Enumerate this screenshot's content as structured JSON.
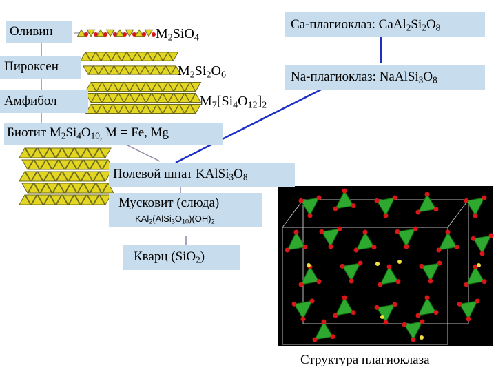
{
  "labels": {
    "olivine": "Оливин",
    "pyroxene": "Пироксен",
    "amphibole": "Амфибол",
    "biotite": {
      "prefix": "Биотит M",
      "s1": "2",
      "mid": "Si",
      "s2": "4",
      "mid2": "O",
      "s3": "10,",
      "suffix": " M = Fe, Mg"
    },
    "feldspar": {
      "prefix": "Полевой шпат KAlSi",
      "s1": "3",
      "mid": "O",
      "s2": "8"
    },
    "muscovite": "Мусковит (слюда)",
    "muscovite_formula": {
      "a": "KAl",
      "s1": "2",
      "b": "(AlSi",
      "s2": "3",
      "c": "O",
      "s3": "10",
      "d": ")(OH)",
      "s4": "2"
    },
    "quartz": {
      "prefix": "Кварц (SiO",
      "s1": "2",
      "suffix": ")"
    },
    "ca_plag": {
      "prefix": "Ca-плагиоклаз: CaAl",
      "s1": "2",
      "mid": "Si",
      "s2": "2",
      "mid2": "O",
      "s3": "8"
    },
    "na_plag": {
      "prefix": "Na-плагиоклаз: NaAlSi",
      "s1": "3",
      "mid": "O",
      "s2": "8"
    },
    "caption": "Структура плагиоклаза"
  },
  "formulas": {
    "olivine": {
      "a": "M",
      "s1": "2",
      "b": "SiO",
      "s2": "4"
    },
    "pyroxene": {
      "a": "M",
      "s1": "2",
      "b": "Si",
      "s2": "2",
      "c": "O",
      "s3": "6"
    },
    "amphibole": {
      "a": "M",
      "s1": "7",
      "b": "[Si",
      "s2": "4",
      "c": "O",
      "s3": "12",
      "d": "]",
      "s4": "2"
    }
  },
  "colors": {
    "box_fill": "#c7dcec",
    "tetra_yellow": "#e2d622",
    "tetra_edge": "#6d6a1a",
    "line_blue": "#1f2fc4",
    "line_gray": "#8f86a8",
    "crystal_bg": "#000000",
    "tetra_green": "#2ea82e",
    "oxygen_red": "#d81818",
    "ion_yellow": "#f0e040"
  }
}
